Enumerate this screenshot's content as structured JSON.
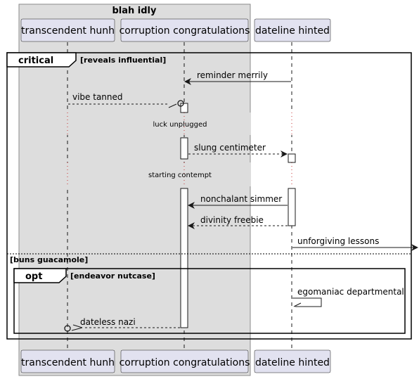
{
  "box": {
    "title": "blah idly"
  },
  "participants": [
    {
      "id": "p1",
      "label": "transcendent hunh"
    },
    {
      "id": "p2",
      "label": "corruption congratulations"
    },
    {
      "id": "p3",
      "label": "dateline hinted"
    }
  ],
  "fragments": {
    "critical": {
      "keyword": "critical",
      "guard": "[reveals influential]"
    },
    "else_guard": "[buns guacamole]",
    "opt": {
      "keyword": "opt",
      "guard": "[endeavor nutcase]"
    }
  },
  "messages": [
    {
      "from": "p3",
      "to": "p2",
      "label": "reminder merrily",
      "style": "solid"
    },
    {
      "from": "p1",
      "to": "p2",
      "label": "vibe tanned",
      "style": "dashed",
      "lost": true
    },
    {
      "from": "p2",
      "to": "p3",
      "label": "slung centimeter",
      "style": "dashed"
    },
    {
      "from": "p3",
      "to": "p2",
      "label": "nonchalant simmer",
      "style": "solid"
    },
    {
      "from": "p3",
      "to": "p2",
      "label": "divinity freebie",
      "style": "dashed"
    },
    {
      "from": "p3",
      "to": "outside",
      "label": "unforgiving lessons",
      "style": "solid"
    },
    {
      "from": "p3",
      "to": "p3",
      "label": "egomaniac departmental",
      "style": "solid",
      "self": true
    },
    {
      "from": "p2",
      "to": "p1",
      "label": "dateless nazi",
      "style": "dashed",
      "lost": true
    }
  ],
  "delays": [
    {
      "label": "luck unplugged"
    },
    {
      "label": "starting contempt"
    }
  ],
  "colors": {
    "participant_fill": "#E2E2F0",
    "participant_border": "#181818",
    "box_fill": "#DDDDDD",
    "lifeline": "#181818",
    "activation_fill": "#FFFFFF"
  }
}
